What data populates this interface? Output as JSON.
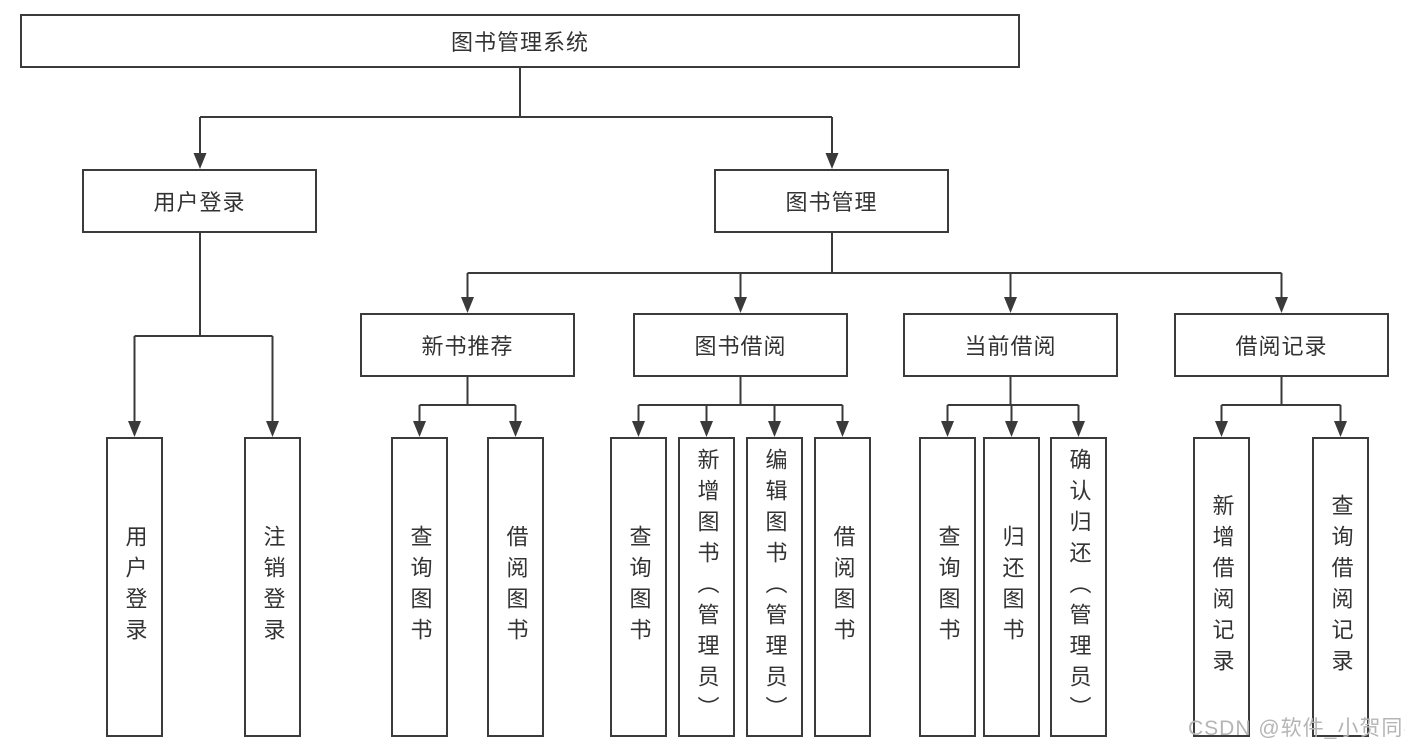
{
  "diagram": {
    "tree": {
      "label": "图书管理系统",
      "children": [
        {
          "label": "用户登录",
          "children": [
            {
              "label": "用户登录"
            },
            {
              "label": "注销登录"
            }
          ]
        },
        {
          "label": "图书管理",
          "children": [
            {
              "label": "新书推荐",
              "children": [
                {
                  "label": "查询图书"
                },
                {
                  "label": "借阅图书"
                }
              ]
            },
            {
              "label": "图书借阅",
              "children": [
                {
                  "label": "查询图书"
                },
                {
                  "label": "新增图书（管理员）"
                },
                {
                  "label": "编辑图书（管理员）"
                },
                {
                  "label": "借阅图书"
                }
              ]
            },
            {
              "label": "当前借阅",
              "children": [
                {
                  "label": "查询图书"
                },
                {
                  "label": "归还图书"
                },
                {
                  "label": "确认归还（管理员）"
                }
              ]
            },
            {
              "label": "借阅记录",
              "children": [
                {
                  "label": "新增借阅记录"
                },
                {
                  "label": "查询借阅记录"
                }
              ]
            }
          ]
        }
      ]
    },
    "colors": {
      "line": "#3a3a3a",
      "box_border": "#3b3b3b",
      "text": "#333333",
      "watermark": "#b5b5b5",
      "background": "#ffffff"
    }
  },
  "watermark": {
    "text": "CSDN @软件_小贺同学"
  }
}
